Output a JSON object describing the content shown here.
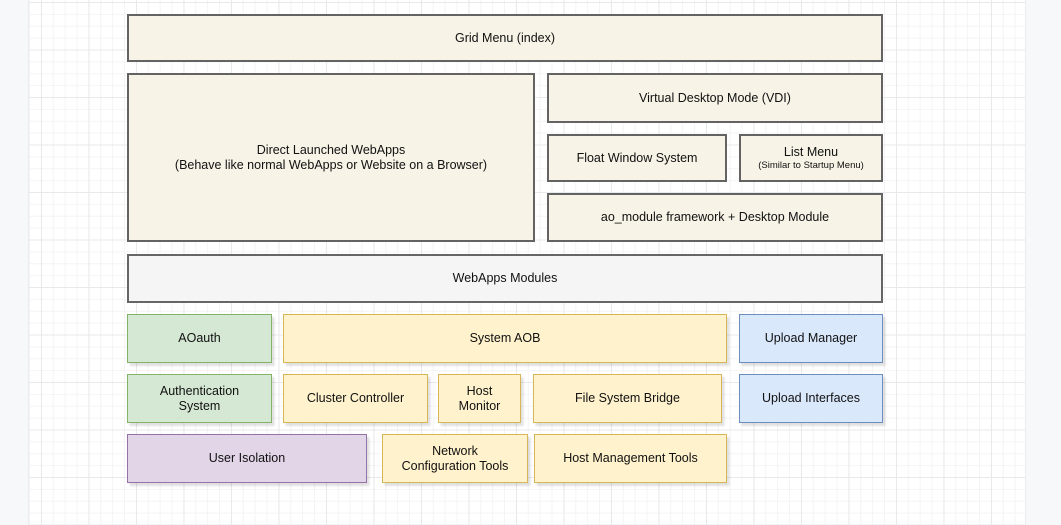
{
  "canvas": {
    "page_background": "#ffffff",
    "gutter_background": "#f7f8fa",
    "grid_minor_color": "#f4f4f6",
    "grid_major_color": "#e8e9eb"
  },
  "colors": {
    "cream_fill": "#f7f3e6",
    "cream_border": "#636363",
    "gray_fill": "#f5f5f5",
    "gray_border": "#666666",
    "green_fill": "#d5e8d4",
    "green_border": "#82b366",
    "yellow_fill": "#fff2cc",
    "yellow_border": "#d6b656",
    "blue_fill": "#dae8fc",
    "blue_border": "#6c8ebf",
    "purple_fill": "#e1d5e7",
    "purple_border": "#9673a6"
  },
  "nodes": {
    "grid_menu": {
      "label": "Grid Menu (index)",
      "color": "cream"
    },
    "direct_webapps": {
      "line1": "Direct Launched WebApps",
      "line2": "(Behave like normal WebApps or Website on a Browser)",
      "color": "cream"
    },
    "vdi": {
      "label": "Virtual Desktop Mode (VDI)",
      "color": "cream"
    },
    "float_window": {
      "label": "Float Window System",
      "color": "cream"
    },
    "list_menu": {
      "line1": "List Menu",
      "line2": "(Similar to Startup Menu)",
      "color": "cream"
    },
    "ao_module": {
      "label": "ao_module framework + Desktop Module",
      "color": "cream"
    },
    "webapps_modules": {
      "label": "WebApps Modules",
      "color": "gray"
    },
    "aoauth": {
      "label": "AOauth",
      "color": "green"
    },
    "system_aob": {
      "label": "System AOB",
      "color": "yellow"
    },
    "upload_manager": {
      "label": "Upload Manager",
      "color": "blue"
    },
    "auth_system": {
      "line1": "Authentication",
      "line2": "System",
      "color": "green"
    },
    "cluster_controller": {
      "label": "Cluster Controller",
      "color": "yellow"
    },
    "host_monitor": {
      "line1": "Host",
      "line2": "Monitor",
      "color": "yellow"
    },
    "fs_bridge": {
      "label": "File System Bridge",
      "color": "yellow"
    },
    "upload_interfaces": {
      "label": "Upload Interfaces",
      "color": "blue"
    },
    "user_isolation": {
      "label": "User Isolation",
      "color": "purple"
    },
    "network_config": {
      "line1": "Network",
      "line2": "Configuration Tools",
      "color": "yellow"
    },
    "host_mgmt": {
      "label": "Host Management Tools",
      "color": "yellow"
    }
  }
}
